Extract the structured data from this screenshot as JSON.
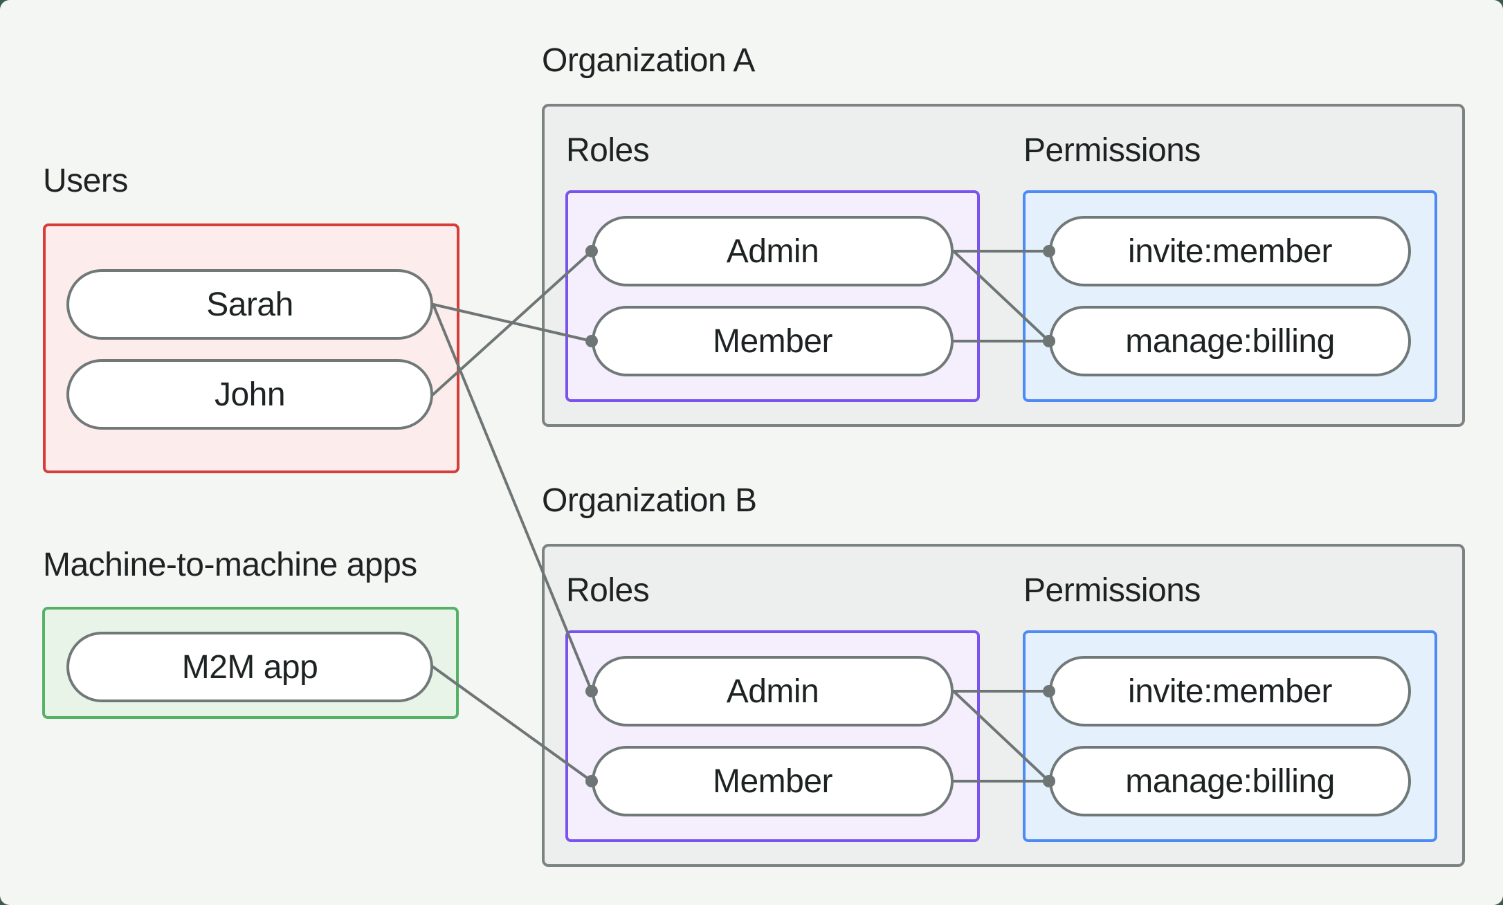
{
  "colors": {
    "canvas_background": "#f4f6f4",
    "outer_background": "#3c5c49",
    "org_box_fill": "#ecefed",
    "org_box_border": "#7c8383",
    "users_box_fill": "#fcedec",
    "users_box_border": "#d93d3b",
    "m2m_box_fill": "#e9f4e9",
    "m2m_box_border": "#55b166",
    "roles_box_fill": "#f4eefd",
    "roles_box_border": "#7a52f0",
    "permissions_box_fill": "#e4f1fd",
    "permissions_box_border": "#4c8bf5",
    "pill_border": "#717878",
    "pill_fill": "#ffffff",
    "connector": "#6e7575",
    "text": "#1d2222"
  },
  "groups": {
    "users": {
      "label": "Users",
      "nodes": [
        {
          "id": "sarah",
          "label": "Sarah"
        },
        {
          "id": "john",
          "label": "John"
        }
      ]
    },
    "m2m": {
      "label": "Machine-to-machine apps",
      "nodes": [
        {
          "id": "m2m-app",
          "label": "M2M app"
        }
      ]
    },
    "orgA": {
      "label": "Organization A",
      "roles": {
        "label": "Roles",
        "nodes": [
          {
            "id": "orgA-admin",
            "label": "Admin"
          },
          {
            "id": "orgA-member",
            "label": "Member"
          }
        ]
      },
      "permissions": {
        "label": "Permissions",
        "nodes": [
          {
            "id": "orgA-invite",
            "label": "invite:member"
          },
          {
            "id": "orgA-billing",
            "label": "manage:billing"
          }
        ]
      }
    },
    "orgB": {
      "label": "Organization B",
      "roles": {
        "label": "Roles",
        "nodes": [
          {
            "id": "orgB-admin",
            "label": "Admin"
          },
          {
            "id": "orgB-member",
            "label": "Member"
          }
        ]
      },
      "permissions": {
        "label": "Permissions",
        "nodes": [
          {
            "id": "orgB-invite",
            "label": "invite:member"
          },
          {
            "id": "orgB-billing",
            "label": "manage:billing"
          }
        ]
      }
    }
  },
  "edges": [
    {
      "from": "john",
      "to": "orgA-admin"
    },
    {
      "from": "sarah",
      "to": "orgA-member"
    },
    {
      "from": "sarah",
      "to": "orgB-admin"
    },
    {
      "from": "m2m-app",
      "to": "orgB-member"
    },
    {
      "from": "orgA-admin",
      "to": "orgA-invite"
    },
    {
      "from": "orgA-admin",
      "to": "orgA-billing"
    },
    {
      "from": "orgA-member",
      "to": "orgA-billing"
    },
    {
      "from": "orgB-admin",
      "to": "orgB-invite"
    },
    {
      "from": "orgB-admin",
      "to": "orgB-billing"
    },
    {
      "from": "orgB-member",
      "to": "orgB-billing"
    }
  ]
}
